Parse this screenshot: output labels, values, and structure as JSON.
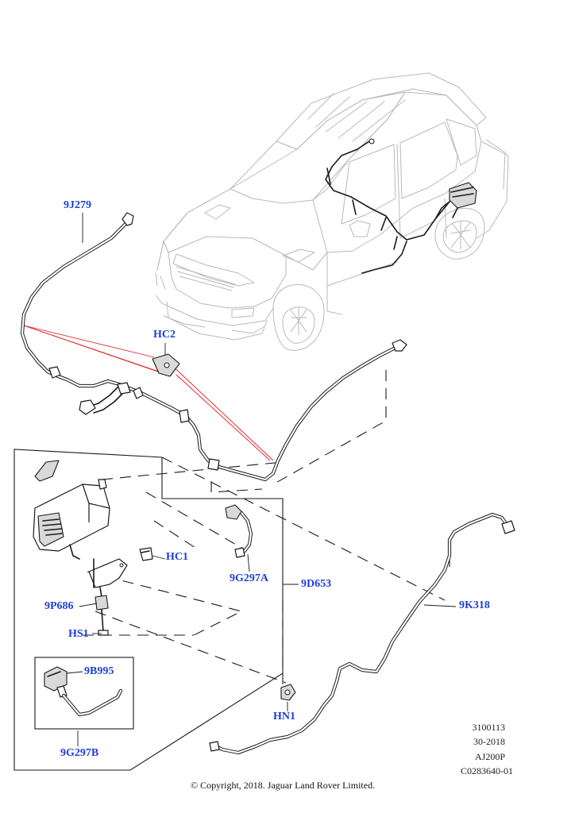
{
  "callouts": {
    "c9J279": "9J279",
    "cHC2": "HC2",
    "cHC1": "HC1",
    "c9G297A": "9G297A",
    "c9D653": "9D653",
    "c9P686": "9P686",
    "cHS1": "HS1",
    "c9K318": "9K318",
    "c9B995": "9B995",
    "cHN1": "HN1",
    "c9G297B": "9G297B"
  },
  "reference": {
    "line1": "3100113",
    "line2": "30-2018",
    "line3": "AJ200P",
    "line4": "C0283640-01"
  },
  "copyright": "© Copyright, 2018. Jaguar Land Rover Limited.",
  "colors": {
    "callout_text": "#1f3fd6",
    "line_art": "#1a1a1a",
    "vehicle_outline": "#b9b9b9",
    "indicator_line": "#e02020"
  }
}
